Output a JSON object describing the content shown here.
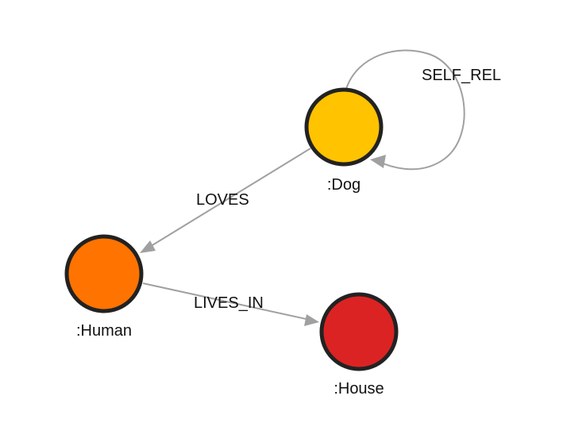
{
  "graph": {
    "nodes": [
      {
        "id": "dog",
        "label": ":Dog",
        "color": "#FFC300"
      },
      {
        "id": "human",
        "label": ":Human",
        "color": "#FF7300"
      },
      {
        "id": "house",
        "label": ":House",
        "color": "#DC2323"
      }
    ],
    "edges": [
      {
        "id": "self_rel",
        "from": "dog",
        "to": "dog",
        "label": "SELF_REL"
      },
      {
        "id": "loves",
        "from": "dog",
        "to": "human",
        "label": "LOVES"
      },
      {
        "id": "lives_in",
        "from": "human",
        "to": "house",
        "label": "LIVES_IN"
      }
    ],
    "edge_color": "#A0A0A0",
    "node_stroke": "#222222"
  }
}
